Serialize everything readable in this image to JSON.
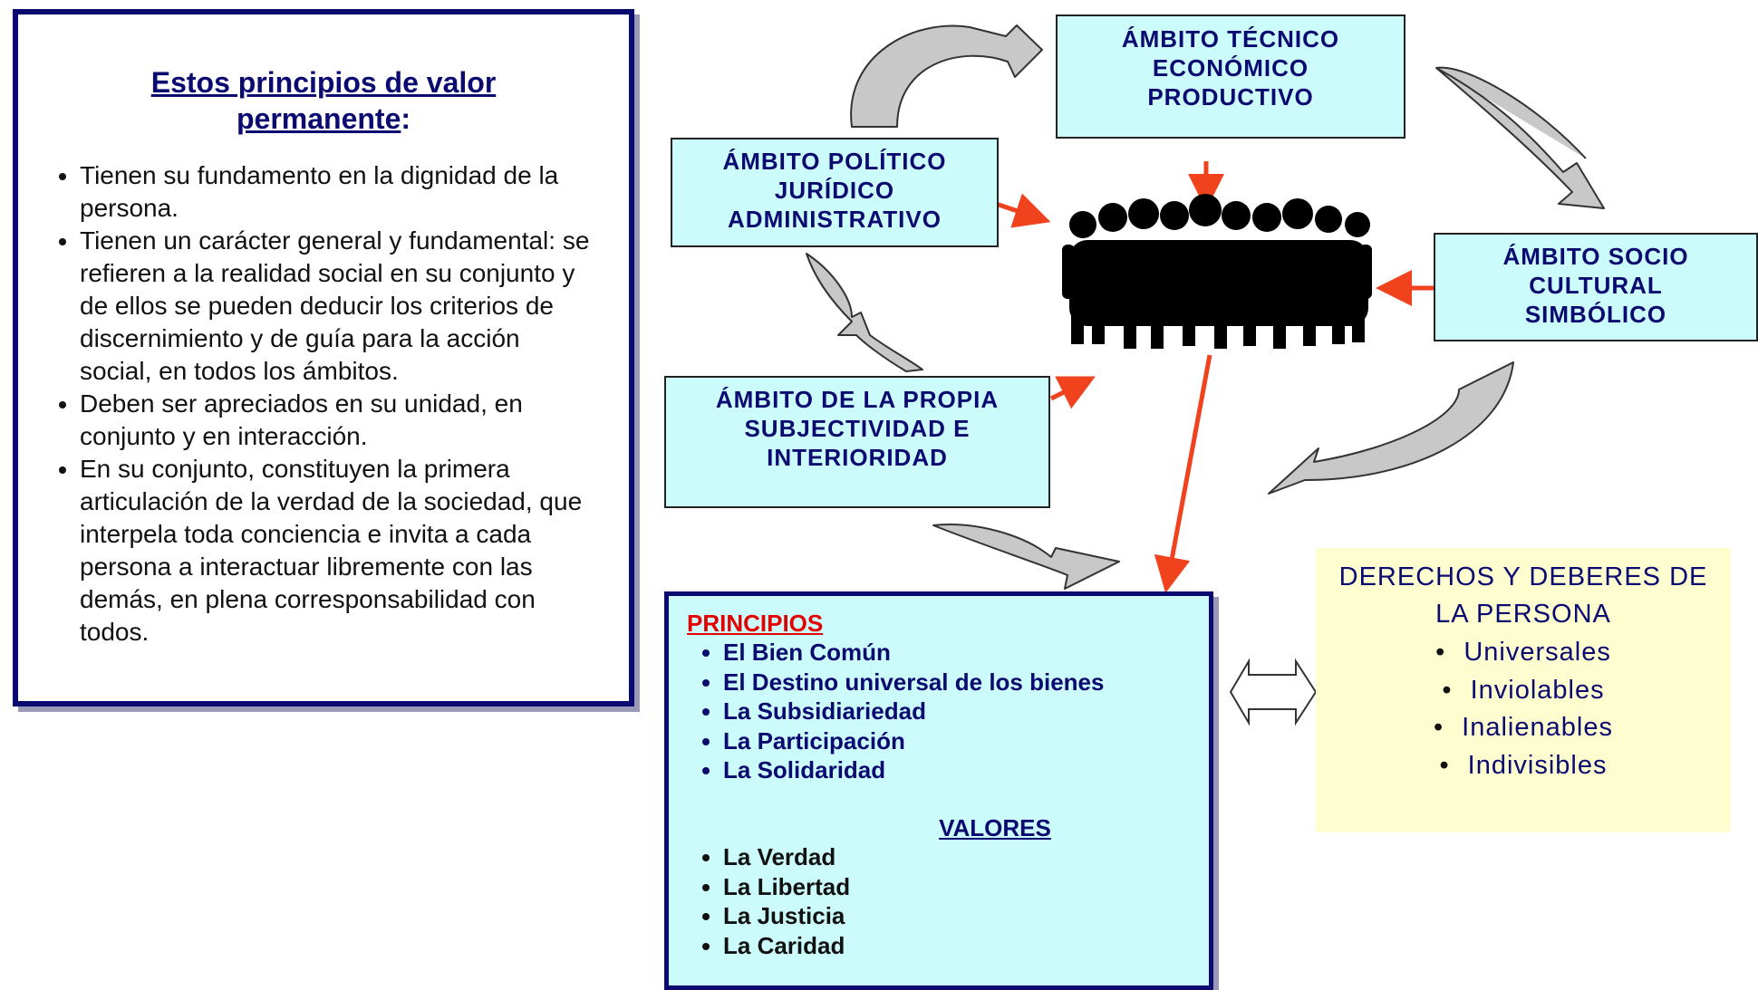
{
  "left_panel": {
    "title_line1": "Estos principios de valor",
    "title_line2": "permanente",
    "title_colon": ":",
    "bullets": [
      "Tienen su fundamento en la dignidad de la persona.",
      "Tienen un carácter general y fundamental: se refieren a la realidad social en su conjunto y de ellos se pueden deducir los criterios de discernimiento y de guía para la acción social, en todos los ámbitos.",
      "Deben ser apreciados en su unidad, en conjunto y en interacción.",
      "En su conjunto, constituyen la primera articulación de la verdad de la sociedad, que interpela toda conciencia e invita a cada persona a interactuar libremente con las demás, en plena corresponsabilidad con todos."
    ]
  },
  "ambitos": {
    "tecnico": [
      "ÁMBITO TÉCNICO",
      "ECONÓMICO",
      "PRODUCTIVO"
    ],
    "politico": [
      "ÁMBITO POLÍTICO",
      "JURÍDICO",
      "ADMINISTRATIVO"
    ],
    "socio": [
      "ÁMBITO SOCIO",
      "CULTURAL",
      "SIMBÓLICO"
    ],
    "propia": [
      "ÁMBITO DE LA PROPIA",
      "SUBJECTIVIDAD E",
      "INTERIORIDAD"
    ]
  },
  "principles_box": {
    "principios_heading": "PRINCIPIOS",
    "principios": [
      "El Bien Común",
      "El Destino universal de los bienes",
      "La Subsidiariedad",
      "La Participación",
      "La Solidaridad"
    ],
    "valores_heading": "VALORES",
    "valores": [
      "La Verdad",
      "La Libertad",
      "La Justicia",
      "La Caridad"
    ]
  },
  "rights_box": {
    "title_line1": "DERECHOS Y DEBERES DE",
    "title_line2": "LA PERSONA",
    "items": [
      "Universales",
      "Inviolables",
      "Inalienables",
      "Indivisibles"
    ]
  },
  "colors": {
    "navy": "#0a0a70",
    "cyan_fill": "#ccfbfc",
    "yellow_fill": "#fdfdcf",
    "red": "#e40000",
    "arrow_red": "#f0421c",
    "curved_arrow_gray": "#c8c8c8"
  }
}
